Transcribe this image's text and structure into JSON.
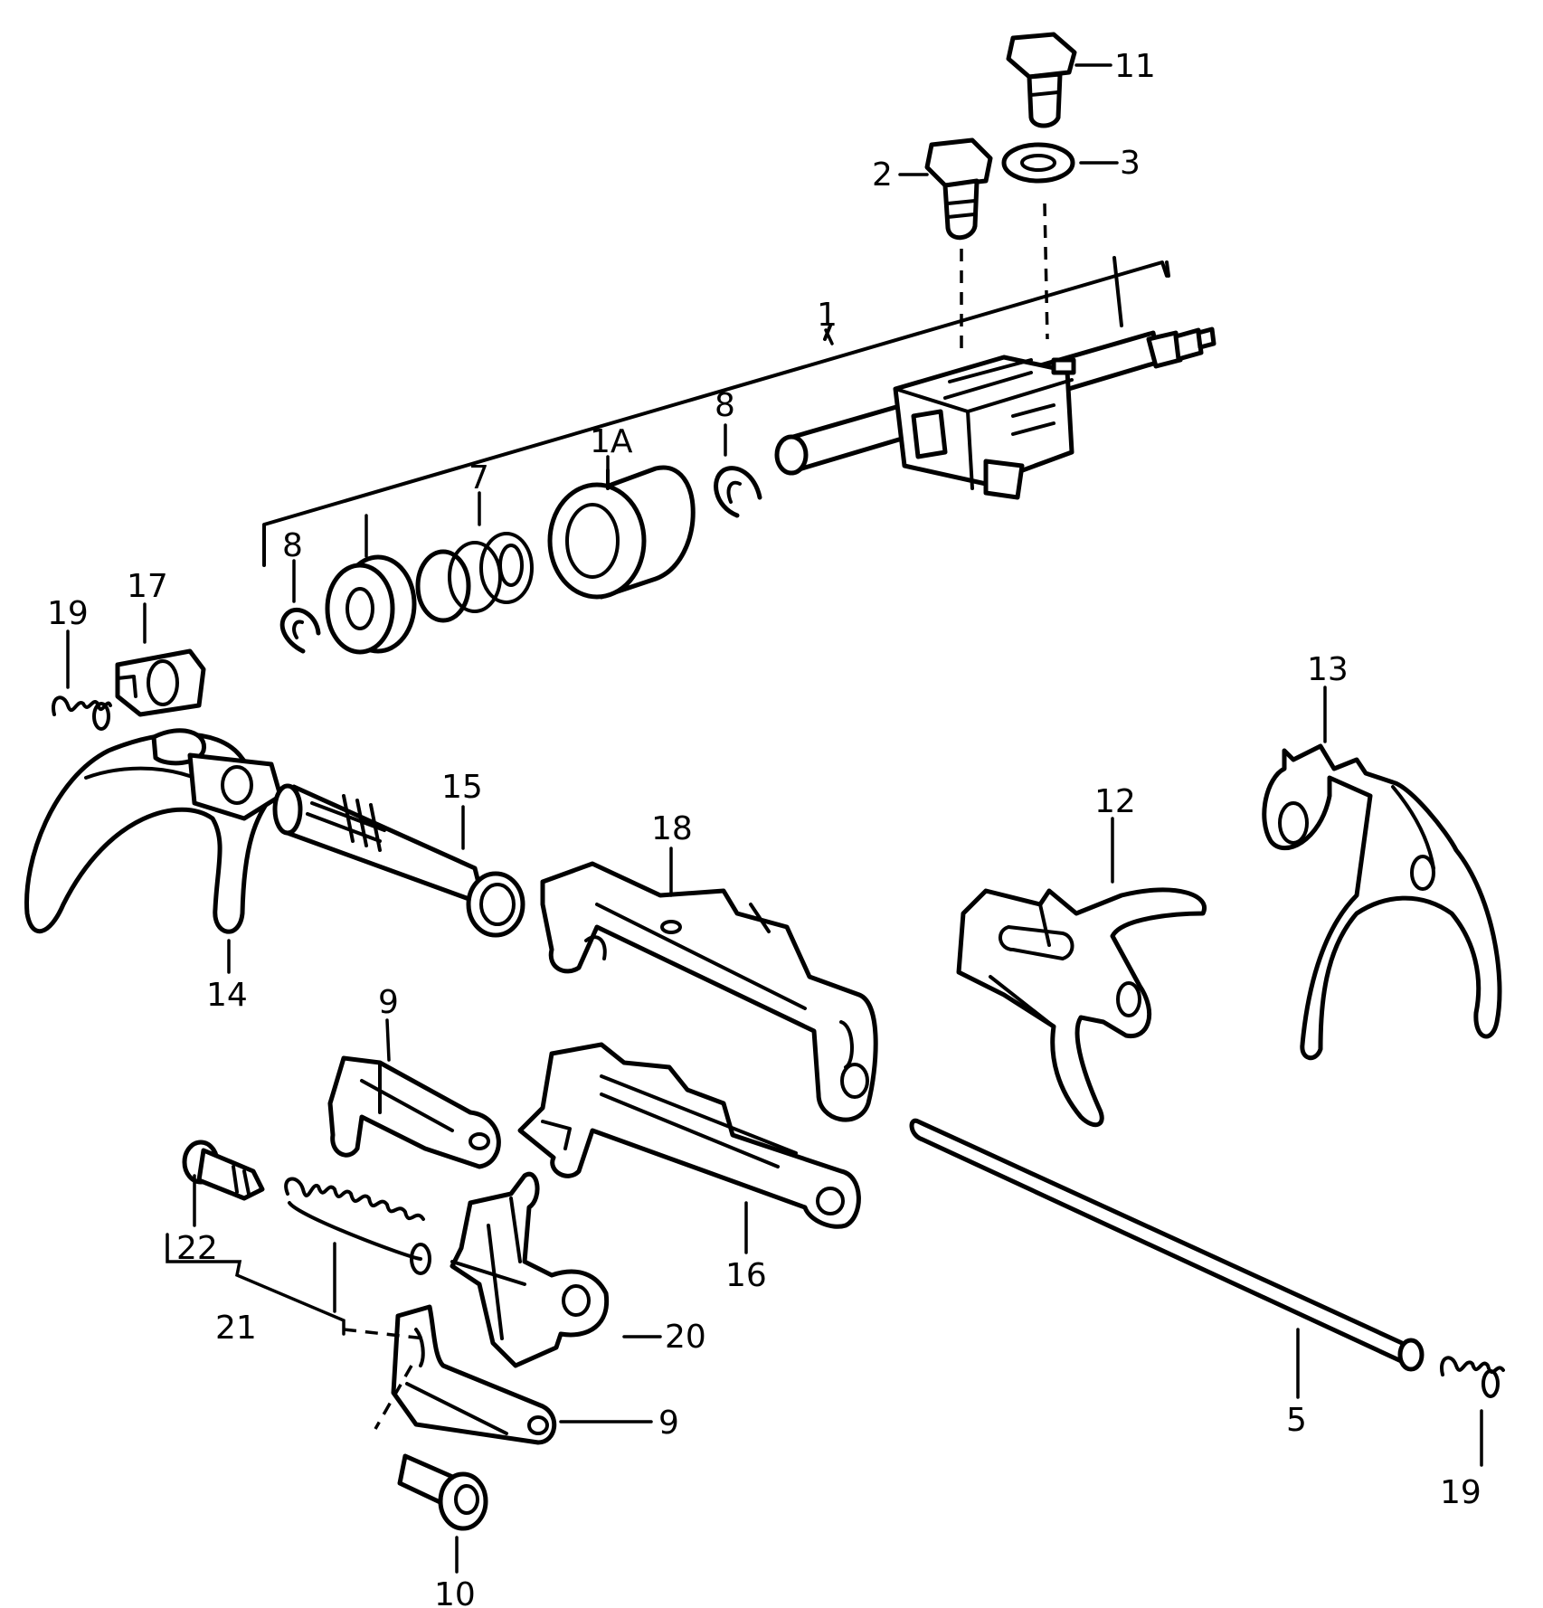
{
  "diagram": {
    "ink_color": "#000000",
    "background_color": "#ffffff",
    "callouts": [
      "1",
      "1A",
      "2",
      "3",
      "5",
      "7",
      "8",
      "8",
      "9",
      "9",
      "10",
      "11",
      "12",
      "13",
      "14",
      "15",
      "16",
      "17",
      "18",
      "19",
      "19",
      "20",
      "21",
      "22"
    ]
  }
}
